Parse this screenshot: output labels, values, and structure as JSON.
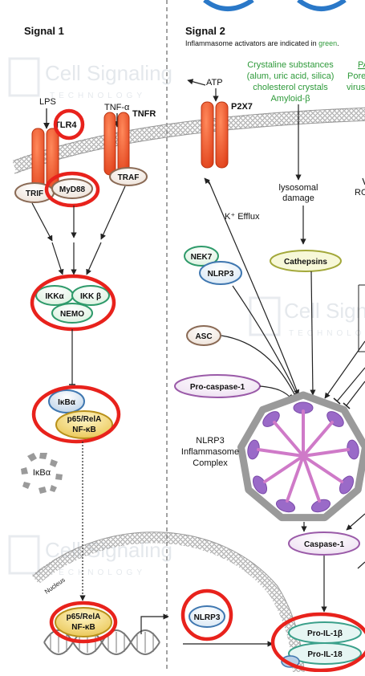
{
  "header": {
    "signal1_title": "Signal 1",
    "signal2_title": "Signal 2",
    "signal2_subtitle_prefix": "Inflammasome activators are indicated in ",
    "signal2_subtitle_highlight": "green",
    "signal2_subtitle_suffix": "."
  },
  "watermark": {
    "line1": "Cell Signaling",
    "line2": "TECHNOLOGY"
  },
  "ligands": {
    "lps": "LPS",
    "tnf": "TNF-α",
    "atp": "ATP"
  },
  "receptors": {
    "tlr4": "TLR4",
    "tnfr": "TNFR",
    "p2x7": "P2X7"
  },
  "adaptors": {
    "trif": "TRIF",
    "myd88": "MyD88",
    "traf": "TRAF"
  },
  "ikk": {
    "alpha": "IKKα",
    "beta": "IKK β",
    "nemo": "NEMO"
  },
  "nfkb_complex": {
    "ikba": "IκBα",
    "p65_line1": "p65/RelA",
    "p65_line2": "NF-κB"
  },
  "degraded_label": "IκBα",
  "nucleus": {
    "label": "Nucleus",
    "p65_line1": "p65/RelA",
    "p65_line2": "NF-κB"
  },
  "activators": {
    "crystals_line1": "Crystaline substances",
    "crystals_line2": "(alum, uric acid, silica)",
    "crystals_line3": "cholesterol crystals",
    "crystals_line4": "Amyloid-β",
    "cut_line1": "PA",
    "cut_line2": "Pore",
    "cut_line3": "virus"
  },
  "pathway_labels": {
    "lysosomal_line1": "lysosomal",
    "lysosomal_line2": "damage",
    "k_efflux": "K⁺ Efflux",
    "ros_cut": "RO"
  },
  "proteins": {
    "cathepsins": "Cathepsins",
    "nek7": "NEK7",
    "nlrp3": "NLRP3",
    "asc": "ASC",
    "procaspase1": "Pro-caspase-1",
    "caspase1": "Caspase-1",
    "nlrp3_expressed": "NLRP3",
    "pro_il1b": "Pro-IL-1β",
    "pro_il18": "Pro-IL-18"
  },
  "inflammasome": {
    "line1": "NLRP3",
    "line2": "Inflammasome",
    "line3": "Complex"
  },
  "colors": {
    "receptor": "#e8461e",
    "highlight_ring": "#e8221c",
    "activator_text": "#2e9a3a",
    "green_protein": "#2e9a6a",
    "blue_protein": "#3f77b0",
    "brown_protein": "#8a6a55",
    "purple_protein": "#9a5aa8",
    "yellow_protein": "#d6a51e",
    "membrane": "#9a9a9a"
  }
}
